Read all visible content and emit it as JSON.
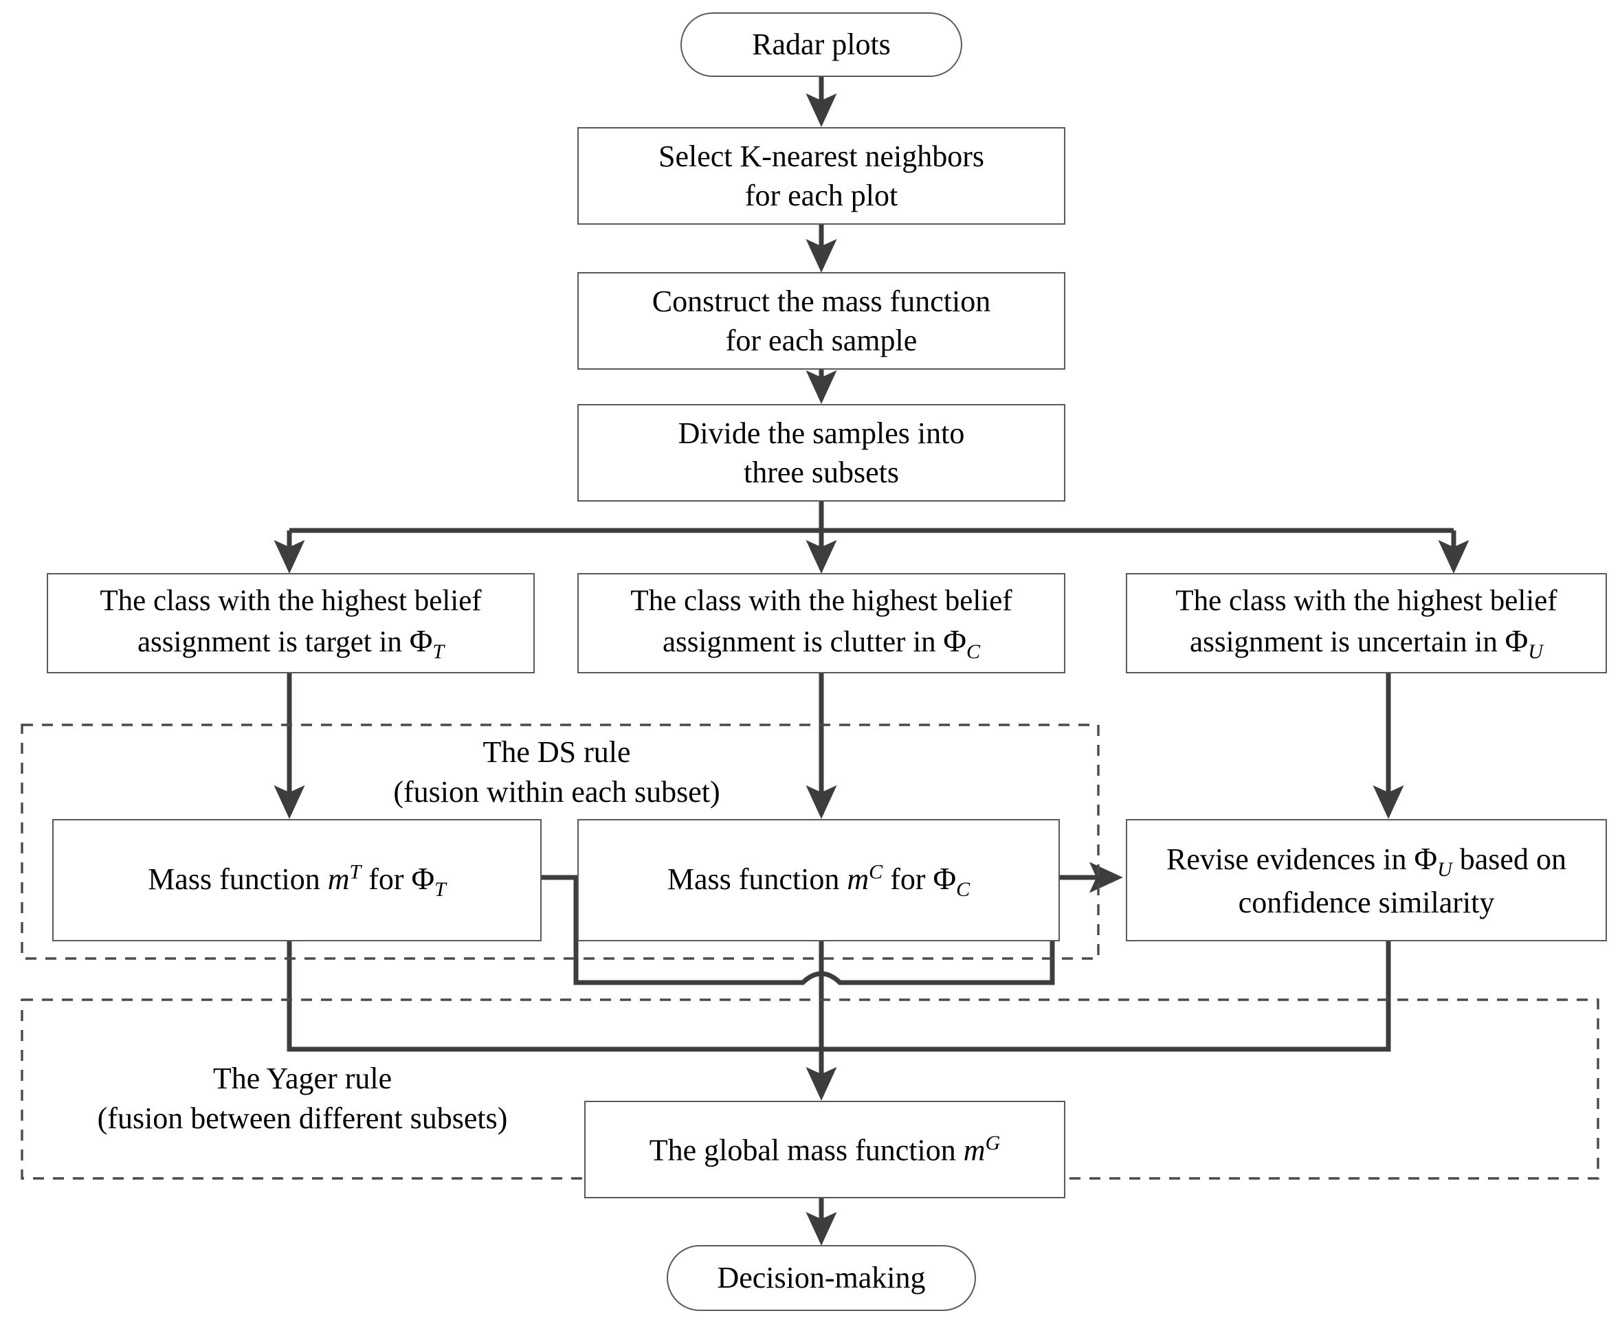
{
  "diagram": {
    "title": "Radar plot classification flowchart (DS / Yager evidence fusion)",
    "colors": {
      "box_border": "#5a5a5a",
      "connector": "#3d3d3d",
      "dashed_group": "#4a4a4a",
      "background": "#ffffff",
      "text": "#000000"
    },
    "nodes": {
      "radar_plots": {
        "label": "Radar plots",
        "shape": "stadium"
      },
      "select_knn": {
        "line1": "Select K-nearest neighbors",
        "line2": "for each plot",
        "shape": "rect"
      },
      "construct_mass": {
        "line1": "Construct the mass function",
        "line2": "for each sample",
        "shape": "rect"
      },
      "divide_samples": {
        "line1": "Divide the samples into",
        "line2": "three subsets",
        "shape": "rect"
      },
      "class_target": {
        "line1": "The class with the highest belief",
        "line2_pre": "assignment is target in ",
        "symbol": "Φ",
        "symbol_sub": "T",
        "shape": "rect"
      },
      "class_clutter": {
        "line1": "The class with the highest belief",
        "line2_pre": "assignment is clutter  in ",
        "symbol": "Φ",
        "symbol_sub": "C",
        "shape": "rect"
      },
      "class_uncertain": {
        "line1": "The class with the highest belief",
        "line2_pre": "assignment is uncertain in ",
        "symbol": "Φ",
        "symbol_sub": "U",
        "shape": "rect"
      },
      "mass_t": {
        "pre": "Mass function ",
        "m": "m",
        "m_sup": "T",
        "mid": " for  ",
        "symbol": "Φ",
        "symbol_sub": "T",
        "shape": "rect"
      },
      "mass_c": {
        "pre": "Mass function ",
        "m": "m",
        "m_sup": "C",
        "mid": " for  ",
        "symbol": "Φ",
        "symbol_sub": "C",
        "shape": "rect"
      },
      "revise_evidences": {
        "line1_pre": "Revise evidences in  ",
        "symbol": "Φ",
        "symbol_sub": "U",
        "line1_post": " based on",
        "line2": "confidence similarity",
        "shape": "rect"
      },
      "global_mass": {
        "pre": "The global mass function ",
        "m": "m",
        "m_sup": "G",
        "shape": "rect"
      },
      "decision_making": {
        "label": "Decision-making",
        "shape": "stadium"
      }
    },
    "groups": {
      "ds_rule": {
        "line1": "The DS rule",
        "line2": "(fusion within each subset)",
        "style": "dashed"
      },
      "yager_rule": {
        "line1": "The Yager rule",
        "line2": "(fusion between different subsets)",
        "style": "dashed"
      }
    },
    "edges": [
      {
        "from": "radar_plots",
        "to": "select_knn",
        "type": "arrow-down"
      },
      {
        "from": "select_knn",
        "to": "construct_mass",
        "type": "arrow-down"
      },
      {
        "from": "construct_mass",
        "to": "divide_samples",
        "type": "arrow-down"
      },
      {
        "from": "divide_samples",
        "to": "class_target",
        "type": "fork-arrow-down"
      },
      {
        "from": "divide_samples",
        "to": "class_clutter",
        "type": "fork-arrow-down"
      },
      {
        "from": "divide_samples",
        "to": "class_uncertain",
        "type": "fork-arrow-down"
      },
      {
        "from": "class_target",
        "to": "mass_t",
        "type": "arrow-down"
      },
      {
        "from": "class_clutter",
        "to": "mass_c",
        "type": "arrow-down"
      },
      {
        "from": "class_uncertain",
        "to": "revise_evidences",
        "type": "arrow-down"
      },
      {
        "from": "mass_t",
        "to": "revise_evidences",
        "type": "elbow-arrow-right-with-hop"
      },
      {
        "from": "mass_c",
        "to": "revise_evidences",
        "type": "elbow-arrow-right"
      },
      {
        "from": "mass_t",
        "to": "global_mass",
        "type": "elbow-down"
      },
      {
        "from": "mass_c",
        "to": "global_mass",
        "type": "arrow-down"
      },
      {
        "from": "revise_evidences",
        "to": "global_mass",
        "type": "elbow-down"
      },
      {
        "from": "global_mass",
        "to": "decision_making",
        "type": "arrow-down"
      }
    ]
  }
}
